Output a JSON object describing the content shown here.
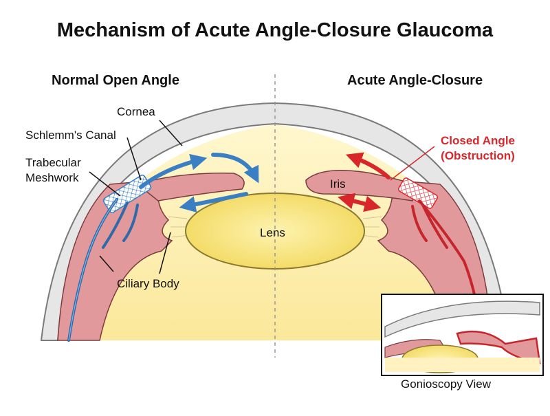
{
  "title": "Mechanism of Acute Angle-Closure Glaucoma",
  "panels": {
    "left": "Normal Open Angle",
    "right": "Acute Angle-Closure"
  },
  "labels": {
    "cornea": "Cornea",
    "schlemm": "Schlemm's Canal",
    "trabecular_1": "Trabecular",
    "trabecular_2": "Meshwork",
    "ciliary": "Ciliary Body",
    "lens": "Lens",
    "iris": "Iris",
    "closed_1": "Closed Angle",
    "closed_2": "(Obstruction)",
    "inset": "Gonioscopy View"
  },
  "colors": {
    "flow_normal": "#3a7fc4",
    "flow_blocked": "#d9262b",
    "iris": "#e2999b",
    "lens": "#f6e27a",
    "cornea": "#e6e6e6"
  }
}
